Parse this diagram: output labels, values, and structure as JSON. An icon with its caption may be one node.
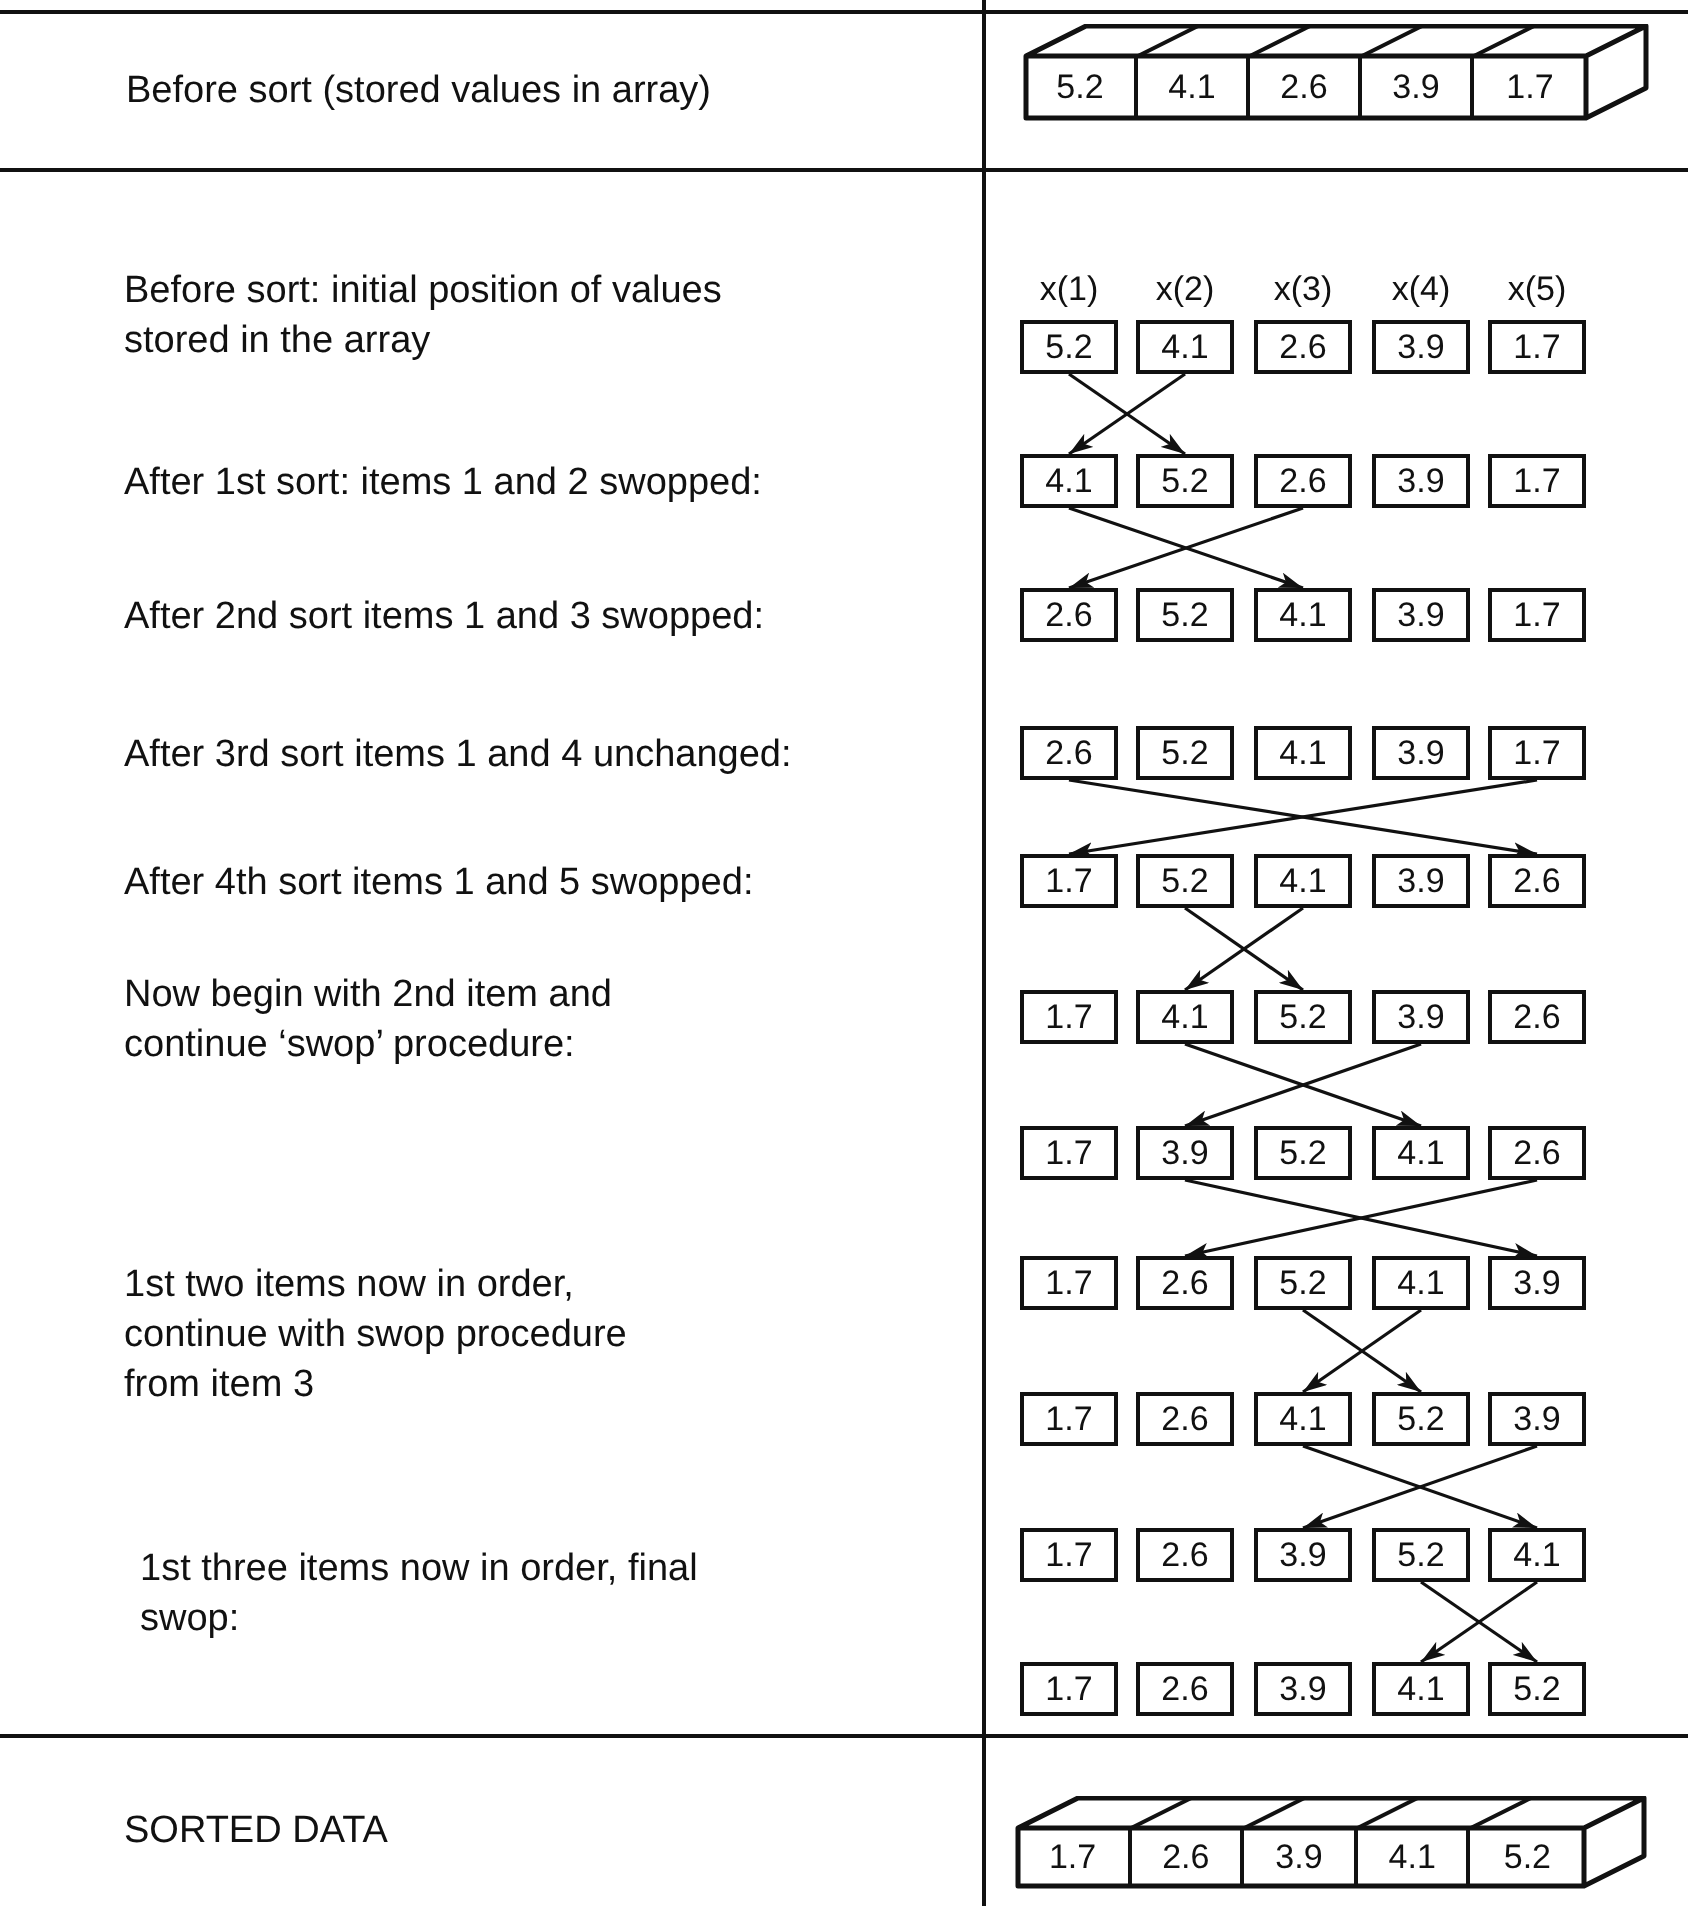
{
  "diagram": {
    "nodes": [
      {
        "text": [],
        "shape": "bar"
      },
      {
        "text": [
          "5.2"
        ],
        "in": 0
      },
      {
        "text": [
          "4.1"
        ],
        "in": 0
      },
      {
        "text": [
          "2.6"
        ],
        "in": 0
      },
      {
        "text": [
          "3.9"
        ],
        "in": 0
      },
      {
        "text": [
          "1.7"
        ],
        "in": 0
      },
      {
        "text": [
          "5.2"
        ]
      },
      {
        "text": [
          "4.1"
        ]
      },
      {
        "text": [
          "2.6"
        ]
      },
      {
        "text": [
          "3.9"
        ]
      },
      {
        "text": [
          "1.7"
        ]
      },
      {
        "text": [
          "4.1"
        ]
      },
      {
        "text": [
          "5.2"
        ]
      },
      {
        "text": [
          "2.6"
        ]
      },
      {
        "text": [
          "3.9"
        ]
      },
      {
        "text": [
          "1.7"
        ]
      },
      {
        "text": [
          "2.6"
        ]
      },
      {
        "text": [
          "5.2"
        ]
      },
      {
        "text": [
          "4.1"
        ]
      },
      {
        "text": [
          "3.9"
        ]
      },
      {
        "text": [
          "1.7"
        ]
      },
      {
        "text": [
          "2.6"
        ]
      },
      {
        "text": [
          "5.2"
        ]
      },
      {
        "text": [
          "4.1"
        ]
      },
      {
        "text": [
          "3.9"
        ]
      },
      {
        "text": [
          "1.7"
        ]
      },
      {
        "text": [
          "1.7"
        ]
      },
      {
        "text": [
          "5.2"
        ]
      },
      {
        "text": [
          "4.1"
        ]
      },
      {
        "text": [
          "3.9"
        ]
      },
      {
        "text": [
          "2.6"
        ]
      },
      {
        "text": [
          "1.7"
        ]
      },
      {
        "text": [
          "4.1"
        ]
      },
      {
        "text": [
          "5.2"
        ]
      },
      {
        "text": [
          "3.9"
        ]
      },
      {
        "text": [
          "2.6"
        ]
      },
      {
        "text": [
          "1.7"
        ]
      },
      {
        "text": [
          "3.9"
        ]
      },
      {
        "text": [
          "5.2"
        ]
      },
      {
        "text": [
          "4.1"
        ]
      },
      {
        "text": [
          "2.6"
        ]
      },
      {
        "text": [
          "1.7"
        ]
      },
      {
        "text": [
          "2.6"
        ]
      },
      {
        "text": [
          "5.2"
        ]
      },
      {
        "text": [
          "4.1"
        ]
      },
      {
        "text": [
          "3.9"
        ]
      },
      {
        "text": [
          "1.7"
        ]
      },
      {
        "text": [
          "2.6"
        ]
      },
      {
        "text": [
          "4.1"
        ]
      },
      {
        "text": [
          "5.2"
        ]
      },
      {
        "text": [
          "3.9"
        ]
      },
      {
        "text": [
          "1.7"
        ]
      },
      {
        "text": [
          "2.6"
        ]
      },
      {
        "text": [
          "3.9"
        ]
      },
      {
        "text": [
          "5.2"
        ]
      },
      {
        "text": [
          "4.1"
        ]
      },
      {
        "text": [
          "1.7"
        ]
      },
      {
        "text": [
          "2.6"
        ]
      },
      {
        "text": [
          "3.9"
        ]
      },
      {
        "text": [
          "4.1"
        ]
      },
      {
        "text": [
          "5.2"
        ]
      },
      {
        "text": [],
        "shape": "bar"
      },
      {
        "text": [
          "1.7"
        ],
        "in": 61
      },
      {
        "text": [
          "2.6"
        ],
        "in": 61
      },
      {
        "text": [
          "3.9"
        ],
        "in": 61
      },
      {
        "text": [
          "4.1"
        ],
        "in": 61
      },
      {
        "text": [
          "5.2"
        ],
        "in": 61
      }
    ],
    "edges": [
      {
        "from": 6,
        "to": 12,
        "arrow": "to"
      },
      {
        "from": 7,
        "to": 11,
        "arrow": "to"
      },
      {
        "from": 11,
        "to": 18,
        "arrow": "to"
      },
      {
        "from": 13,
        "to": 16,
        "arrow": "to"
      },
      {
        "from": 21,
        "to": 30,
        "arrow": "to"
      },
      {
        "from": 25,
        "to": 26,
        "arrow": "to"
      },
      {
        "from": 27,
        "to": 33,
        "arrow": "to"
      },
      {
        "from": 28,
        "to": 32,
        "arrow": "to"
      },
      {
        "from": 32,
        "to": 39,
        "arrow": "to"
      },
      {
        "from": 34,
        "to": 37,
        "arrow": "to"
      },
      {
        "from": 37,
        "to": 45,
        "arrow": "to"
      },
      {
        "from": 40,
        "to": 42,
        "arrow": "to"
      },
      {
        "from": 43,
        "to": 49,
        "arrow": "to"
      },
      {
        "from": 44,
        "to": 48,
        "arrow": "to"
      },
      {
        "from": 48,
        "to": 55,
        "arrow": "to"
      },
      {
        "from": 50,
        "to": 53,
        "arrow": "to"
      },
      {
        "from": 54,
        "to": 60,
        "arrow": "to"
      },
      {
        "from": 55,
        "to": 59,
        "arrow": "to"
      }
    ],
    "labels": [
      "Before sort (stored values in array)",
      "Before sort: initial position of values stored in the array",
      "x(1)",
      "x(2)",
      "x(3)",
      "x(4)",
      "x(5)",
      "After 1st sort: items 1 and 2 swopped:",
      "After 2nd sort items 1 and 3 swopped:",
      "After 3rd sort items 1 and 4 unchanged:",
      "After 4th sort items 1 and 5 swopped:",
      "Now begin with 2nd item and continue ‘swop’ procedure:",
      "1st two items now in order, continue with swop procedure from item 3",
      "1st three items now in order, final swop:",
      "SORTED DATA"
    ]
  }
}
